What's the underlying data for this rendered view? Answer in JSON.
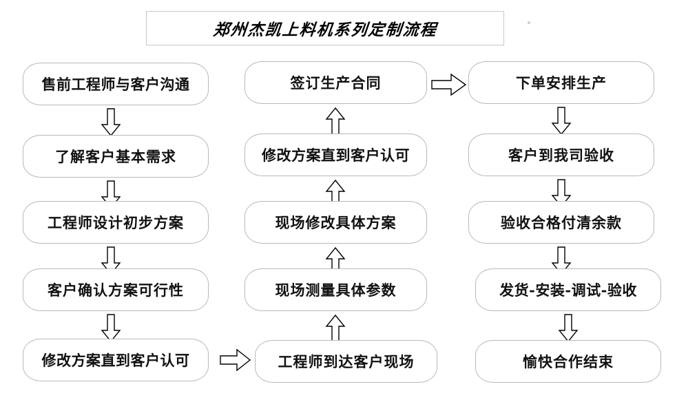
{
  "title": {
    "text": "郑州杰凯上料机系列定制流程"
  },
  "columns": [
    {
      "id": "column-1",
      "nodes": [
        {
          "id": "node-1-1",
          "label": "售前工程师与客户沟通"
        },
        {
          "id": "node-1-2",
          "label": "了解客户基本需求"
        },
        {
          "id": "node-1-3",
          "label": "工程师设计初步方案"
        },
        {
          "id": "node-1-4",
          "label": "客户确认方案可行性"
        },
        {
          "id": "node-1-5",
          "label": "修改方案直到客户认可"
        }
      ]
    },
    {
      "id": "column-2",
      "nodes": [
        {
          "id": "node-2-1",
          "label": "签订生产合同"
        },
        {
          "id": "node-2-2",
          "label": "修改方案直到客户认可"
        },
        {
          "id": "node-2-3",
          "label": "现场修改具体方案"
        },
        {
          "id": "node-2-4",
          "label": "现场测量具体参数"
        },
        {
          "id": "node-2-5",
          "label": "工程师到达客户现场"
        }
      ]
    },
    {
      "id": "column-3",
      "nodes": [
        {
          "id": "node-3-1",
          "label": "下单安排生产"
        },
        {
          "id": "node-3-2",
          "label": "客户到我司验收"
        },
        {
          "id": "node-3-3",
          "label": "验收合格付清余款"
        },
        {
          "id": "node-3-4",
          "label": "发货-安装-调试-验收"
        },
        {
          "id": "node-3-5",
          "label": "愉快合作结束"
        }
      ]
    }
  ],
  "arrows": [
    {
      "id": "arrow-1-1",
      "direction": "down"
    },
    {
      "id": "arrow-1-2",
      "direction": "down"
    },
    {
      "id": "arrow-1-3",
      "direction": "down"
    },
    {
      "id": "arrow-1-4",
      "direction": "down"
    },
    {
      "id": "arrow-bridge-1-2",
      "direction": "right"
    },
    {
      "id": "arrow-2-1",
      "direction": "up"
    },
    {
      "id": "arrow-2-2",
      "direction": "up"
    },
    {
      "id": "arrow-2-3",
      "direction": "up"
    },
    {
      "id": "arrow-2-4",
      "direction": "up"
    },
    {
      "id": "arrow-bridge-2-3",
      "direction": "right"
    },
    {
      "id": "arrow-3-1",
      "direction": "down"
    },
    {
      "id": "arrow-3-2",
      "direction": "down"
    },
    {
      "id": "arrow-3-3",
      "direction": "down"
    },
    {
      "id": "arrow-3-4",
      "direction": "down"
    }
  ],
  "colors": {
    "box_border": "#b8b8b8",
    "title_border": "#c8c8c8",
    "text": "#111111",
    "arrow_stroke": "#000000",
    "background": "#ffffff"
  }
}
